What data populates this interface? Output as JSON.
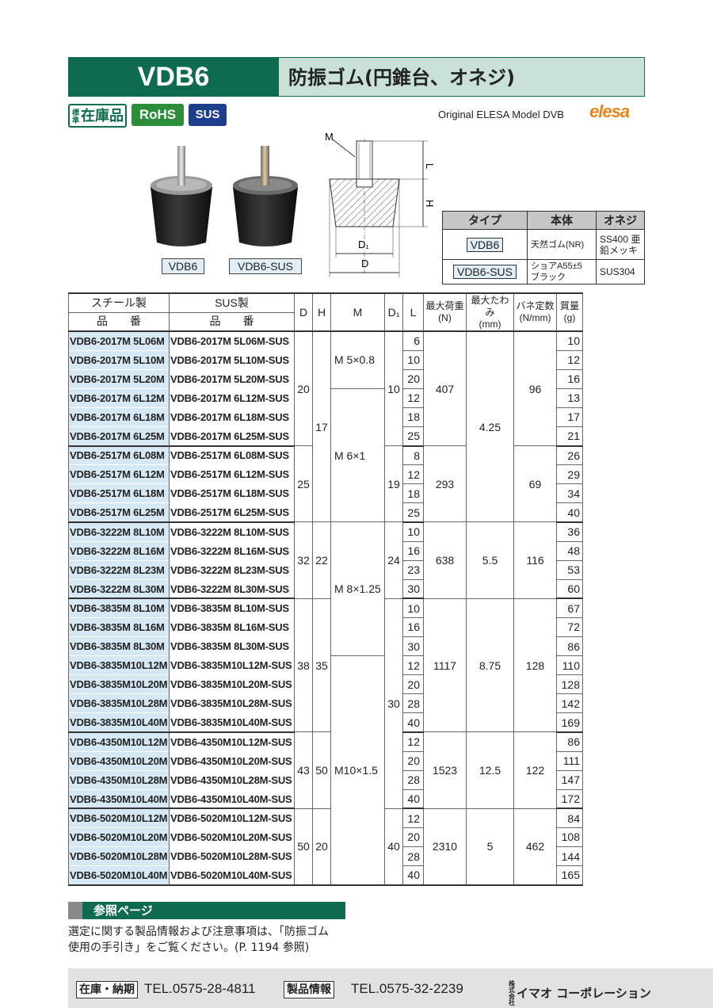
{
  "header": {
    "model": "VDB6",
    "title": "防振ゴム(円錐台、オネジ)"
  },
  "badges": {
    "stock_small": "標準",
    "stock": "在庫品",
    "rohs": "RoHS",
    "sus": "SUS"
  },
  "original": {
    "text": "Original ELESA Model DVB",
    "brand": "elesa"
  },
  "photos": [
    {
      "label": "VDB6"
    },
    {
      "label": "VDB6-SUS"
    }
  ],
  "drawing": {
    "m": "M",
    "l": "L",
    "h": "H",
    "d1": "D₁",
    "d": "D"
  },
  "type_table": {
    "headers": [
      "タイプ",
      "本体",
      "オネジ"
    ],
    "rows": [
      {
        "type": "VDB6",
        "body": "天然ゴム(NR)",
        "thread": "SS400 亜鉛メッキ"
      },
      {
        "type": "VDB6-SUS",
        "body": "ショアA55±5 ブラック",
        "thread": "SUS304"
      }
    ]
  },
  "main_table": {
    "headers": {
      "steel": "スチール製",
      "sus": "SUS製",
      "hinban": "品　　番",
      "d": "D",
      "h": "H",
      "m": "M",
      "d1": "D₁",
      "l": "L",
      "load": "最大荷重",
      "load_unit": "(N)",
      "defl": "最大たわみ",
      "defl_unit": "(mm)",
      "spring": "バネ定数",
      "spring_unit": "(N/mm)",
      "mass": "質量",
      "mass_unit": "(g)"
    },
    "rows": [
      {
        "steel": "VDB6-2017M  5L06M",
        "sus": "VDB6-2017M  5L06M-SUS",
        "l": "6",
        "mass": "10"
      },
      {
        "steel": "VDB6-2017M  5L10M",
        "sus": "VDB6-2017M  5L10M-SUS",
        "l": "10",
        "mass": "12"
      },
      {
        "steel": "VDB6-2017M  5L20M",
        "sus": "VDB6-2017M  5L20M-SUS",
        "l": "20",
        "mass": "16"
      },
      {
        "steel": "VDB6-2017M  6L12M",
        "sus": "VDB6-2017M  6L12M-SUS",
        "l": "12",
        "mass": "13"
      },
      {
        "steel": "VDB6-2017M  6L18M",
        "sus": "VDB6-2017M  6L18M-SUS",
        "l": "18",
        "mass": "17"
      },
      {
        "steel": "VDB6-2017M  6L25M",
        "sus": "VDB6-2017M  6L25M-SUS",
        "l": "25",
        "mass": "21"
      },
      {
        "steel": "VDB6-2517M  6L08M",
        "sus": "VDB6-2517M  6L08M-SUS",
        "l": "8",
        "mass": "26"
      },
      {
        "steel": "VDB6-2517M  6L12M",
        "sus": "VDB6-2517M  6L12M-SUS",
        "l": "12",
        "mass": "29"
      },
      {
        "steel": "VDB6-2517M  6L18M",
        "sus": "VDB6-2517M  6L18M-SUS",
        "l": "18",
        "mass": "34"
      },
      {
        "steel": "VDB6-2517M  6L25M",
        "sus": "VDB6-2517M  6L25M-SUS",
        "l": "25",
        "mass": "40"
      },
      {
        "steel": "VDB6-3222M  8L10M",
        "sus": "VDB6-3222M  8L10M-SUS",
        "l": "10",
        "mass": "36"
      },
      {
        "steel": "VDB6-3222M  8L16M",
        "sus": "VDB6-3222M  8L16M-SUS",
        "l": "16",
        "mass": "48"
      },
      {
        "steel": "VDB6-3222M  8L23M",
        "sus": "VDB6-3222M  8L23M-SUS",
        "l": "23",
        "mass": "53"
      },
      {
        "steel": "VDB6-3222M  8L30M",
        "sus": "VDB6-3222M  8L30M-SUS",
        "l": "30",
        "mass": "60"
      },
      {
        "steel": "VDB6-3835M  8L10M",
        "sus": "VDB6-3835M  8L10M-SUS",
        "l": "10",
        "mass": "67"
      },
      {
        "steel": "VDB6-3835M  8L16M",
        "sus": "VDB6-3835M  8L16M-SUS",
        "l": "16",
        "mass": "72"
      },
      {
        "steel": "VDB6-3835M  8L30M",
        "sus": "VDB6-3835M  8L30M-SUS",
        "l": "30",
        "mass": "86"
      },
      {
        "steel": "VDB6-3835M10L12M",
        "sus": "VDB6-3835M10L12M-SUS",
        "l": "12",
        "mass": "110"
      },
      {
        "steel": "VDB6-3835M10L20M",
        "sus": "VDB6-3835M10L20M-SUS",
        "l": "20",
        "mass": "128"
      },
      {
        "steel": "VDB6-3835M10L28M",
        "sus": "VDB6-3835M10L28M-SUS",
        "l": "28",
        "mass": "142"
      },
      {
        "steel": "VDB6-3835M10L40M",
        "sus": "VDB6-3835M10L40M-SUS",
        "l": "40",
        "mass": "169"
      },
      {
        "steel": "VDB6-4350M10L12M",
        "sus": "VDB6-4350M10L12M-SUS",
        "l": "12",
        "mass": "86"
      },
      {
        "steel": "VDB6-4350M10L20M",
        "sus": "VDB6-4350M10L20M-SUS",
        "l": "20",
        "mass": "111"
      },
      {
        "steel": "VDB6-4350M10L28M",
        "sus": "VDB6-4350M10L28M-SUS",
        "l": "28",
        "mass": "147"
      },
      {
        "steel": "VDB6-4350M10L40M",
        "sus": "VDB6-4350M10L40M-SUS",
        "l": "40",
        "mass": "172"
      },
      {
        "steel": "VDB6-5020M10L12M",
        "sus": "VDB6-5020M10L12M-SUS",
        "l": "12",
        "mass": "84"
      },
      {
        "steel": "VDB6-5020M10L20M",
        "sus": "VDB6-5020M10L20M-SUS",
        "l": "20",
        "mass": "108"
      },
      {
        "steel": "VDB6-5020M10L28M",
        "sus": "VDB6-5020M10L28M-SUS",
        "l": "28",
        "mass": "144"
      },
      {
        "steel": "VDB6-5020M10L40M",
        "sus": "VDB6-5020M10L40M-SUS",
        "l": "40",
        "mass": "165"
      }
    ],
    "groups": {
      "d": [
        "20",
        "25",
        "32",
        "38",
        "43",
        "50"
      ],
      "h": [
        "17",
        "22",
        "35",
        "50",
        "20"
      ],
      "m": [
        "M 5×0.8",
        "M 6×1",
        "M 8×1.25",
        "M10×1.5"
      ],
      "d1": [
        "10",
        "19",
        "24",
        "30",
        "40"
      ],
      "load": [
        "407",
        "293",
        "638",
        "1117",
        "1523",
        "2310"
      ],
      "defl": [
        "4.25",
        "5.5",
        "8.75",
        "12.5",
        "5"
      ],
      "spring": [
        "96",
        "69",
        "116",
        "128",
        "122",
        "462"
      ]
    }
  },
  "reference": {
    "title": "参照ページ",
    "line1": "選定に関する製品情報および注意事項は、「防振ゴム",
    "line2": "使用の手引き」をご覧ください。(P. 1194 参照)"
  },
  "footer": {
    "stock_label": "在庫・納期",
    "stock_tel": "TEL.0575-28-4811",
    "info_label": "製品情報",
    "info_tel": "TEL.0575-32-2239",
    "company_kk": "株式会社",
    "company": "イマオ コーポレーション"
  }
}
